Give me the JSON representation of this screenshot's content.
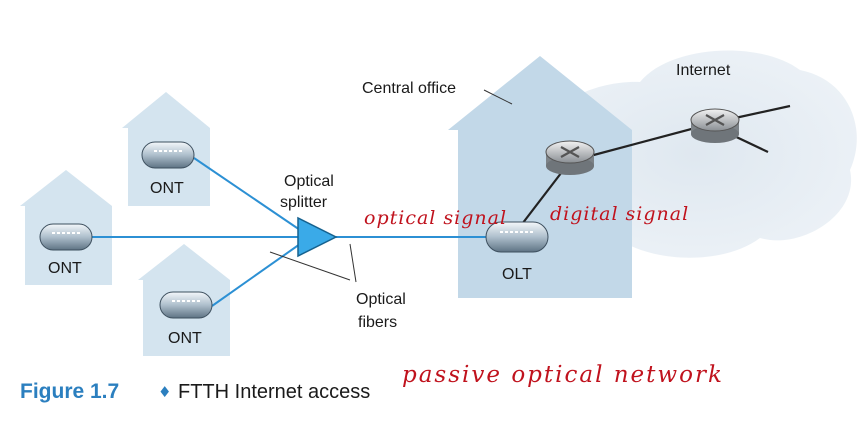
{
  "labels": {
    "internet": "Internet",
    "central_office": "Central office",
    "optical_splitter_line1": "Optical",
    "optical_splitter_line2": "splitter",
    "optical_fibers_line1": "Optical",
    "optical_fibers_line2": "fibers",
    "ont": "ONT",
    "olt": "OLT"
  },
  "annotations": {
    "optical_signal": "optical signal",
    "digital_signal": "digital signal",
    "passive_optical_network": "passive optical network"
  },
  "caption": {
    "figure_number": "Figure 1.7",
    "separator": "♦",
    "title": "FTTH Internet access"
  },
  "colors": {
    "house": "#d4e4ef",
    "central_office": "#c2d8e8",
    "fiber": "#2c90d4",
    "caption_accent": "#2b7fbf",
    "handwriting": "#c0121d"
  }
}
